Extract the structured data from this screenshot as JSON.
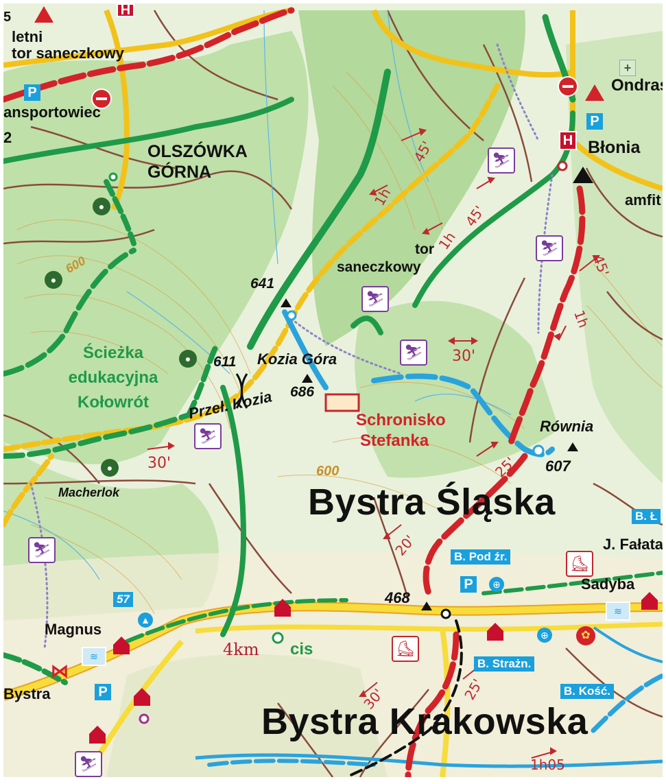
{
  "map": {
    "labels": {
      "letni_tor_1": "letni",
      "letni_tor_2": "tor saneczkowy",
      "transportowiec": "ansportowiec",
      "num_2": "2",
      "num_5": "5",
      "olszowka_1": "OLSZÓWKA",
      "olszowka_2": "GÓRNA",
      "ondras": "Ondras",
      "blonia": "Błonia",
      "amfit": "amfit",
      "tor_san_1": "tor",
      "tor_san_2": "saneczkowy",
      "sciezka_1": "Ścieżka",
      "sciezka_2": "edukacyjna",
      "sciezka_3": "Kołowrót",
      "peak_641": "641",
      "peak_611": "611",
      "kozia_gora": "Kozia Góra",
      "peak_686": "686",
      "przel_kozia": "Przeł. Kozia",
      "schronisko_1": "Schronisko",
      "schronisko_2": "Stefanka",
      "rownia": "Równia",
      "peak_607": "607",
      "macherlok": "Macherlok",
      "contour_600_a": "600",
      "contour_600_b": "600",
      "bystra_slaska": "Bystra Śląska",
      "bystra_krakowska": "Bystra Krakowska",
      "j_falata": "J. Fałata",
      "sadyba": "Sadyba",
      "peak_468": "468",
      "magnus": "Magnus",
      "bystra": "Bystra",
      "cis": "cis",
      "km_4": "4km",
      "road_57": "57"
    },
    "signs": {
      "b_l": "B. Ł",
      "b_pod_zr": "B. Pod źr.",
      "b_strazn": "B. Strażn.",
      "b_kosc": "B. Kość."
    },
    "times": {
      "t_45_a": "45'",
      "t_1h_a": "1h",
      "t_1h_b": "1h",
      "t_45_b": "45'",
      "t_45_c": "45'",
      "t_1h_c": "1h",
      "t_30_a": "30'",
      "t_30_b": "30'",
      "t_25_a": "25'",
      "t_20": "20'",
      "t_30_c": "30'",
      "t_25_b": "25'",
      "t_1h05": "1h05"
    },
    "symbols": {
      "parking": "P",
      "hotel": "H",
      "first_aid": "+"
    },
    "colors": {
      "trail_red": "#d2232a",
      "trail_green": "#1f9a48",
      "trail_blue": "#2aa3dd",
      "trail_yellow": "#f2c21b",
      "road_yellow": "#f5d22e",
      "forest": "#b9dba6",
      "meadow": "#eef3e2",
      "contour": "#d9a24a"
    }
  }
}
